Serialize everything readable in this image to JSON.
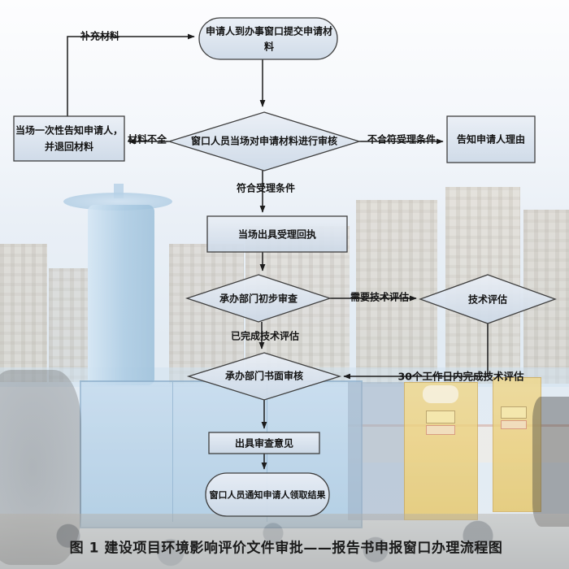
{
  "caption": "图 1 建设项目环境影响评价文件审批——报告书申报窗口办理流程图",
  "colors": {
    "shape_fill_top": "#eaeff6",
    "shape_fill_bottom": "#cdd9e7",
    "shape_border": "#3f3f3f",
    "connector": "#1c1c1c",
    "label_text": "#141414",
    "tower_blue": "#aecde5",
    "cabinet_blue": "#b7d3ea",
    "cabinet_yellow": "#eed27e",
    "building_tan": "#d6cab7"
  },
  "nodes": {
    "start": "申请人到办事窗口提交申请材料",
    "window_review": "窗口人员当场对申请材料进行审核",
    "return_materials": "当场一次性告知申请人，并退回材料",
    "inform_reason": "告知申请人理由",
    "issue_receipt": "当场出具受理回执",
    "initial_review": "承办部门初步审查",
    "tech_evaluation": "技术评估",
    "written_review": "承办部门书面审核",
    "issue_opinion": "出具审查意见",
    "notify_result": "窗口人员通知申请人领取结果"
  },
  "edges": {
    "supplement": "补充材料",
    "incomplete": "材料不全",
    "not_meet": "不合符受理条件",
    "meet": "符合受理条件",
    "need_eval": "需要技术评估",
    "eval_done": "已完成技术评估",
    "within_30_days": "30个工作日内完成技术评估"
  }
}
